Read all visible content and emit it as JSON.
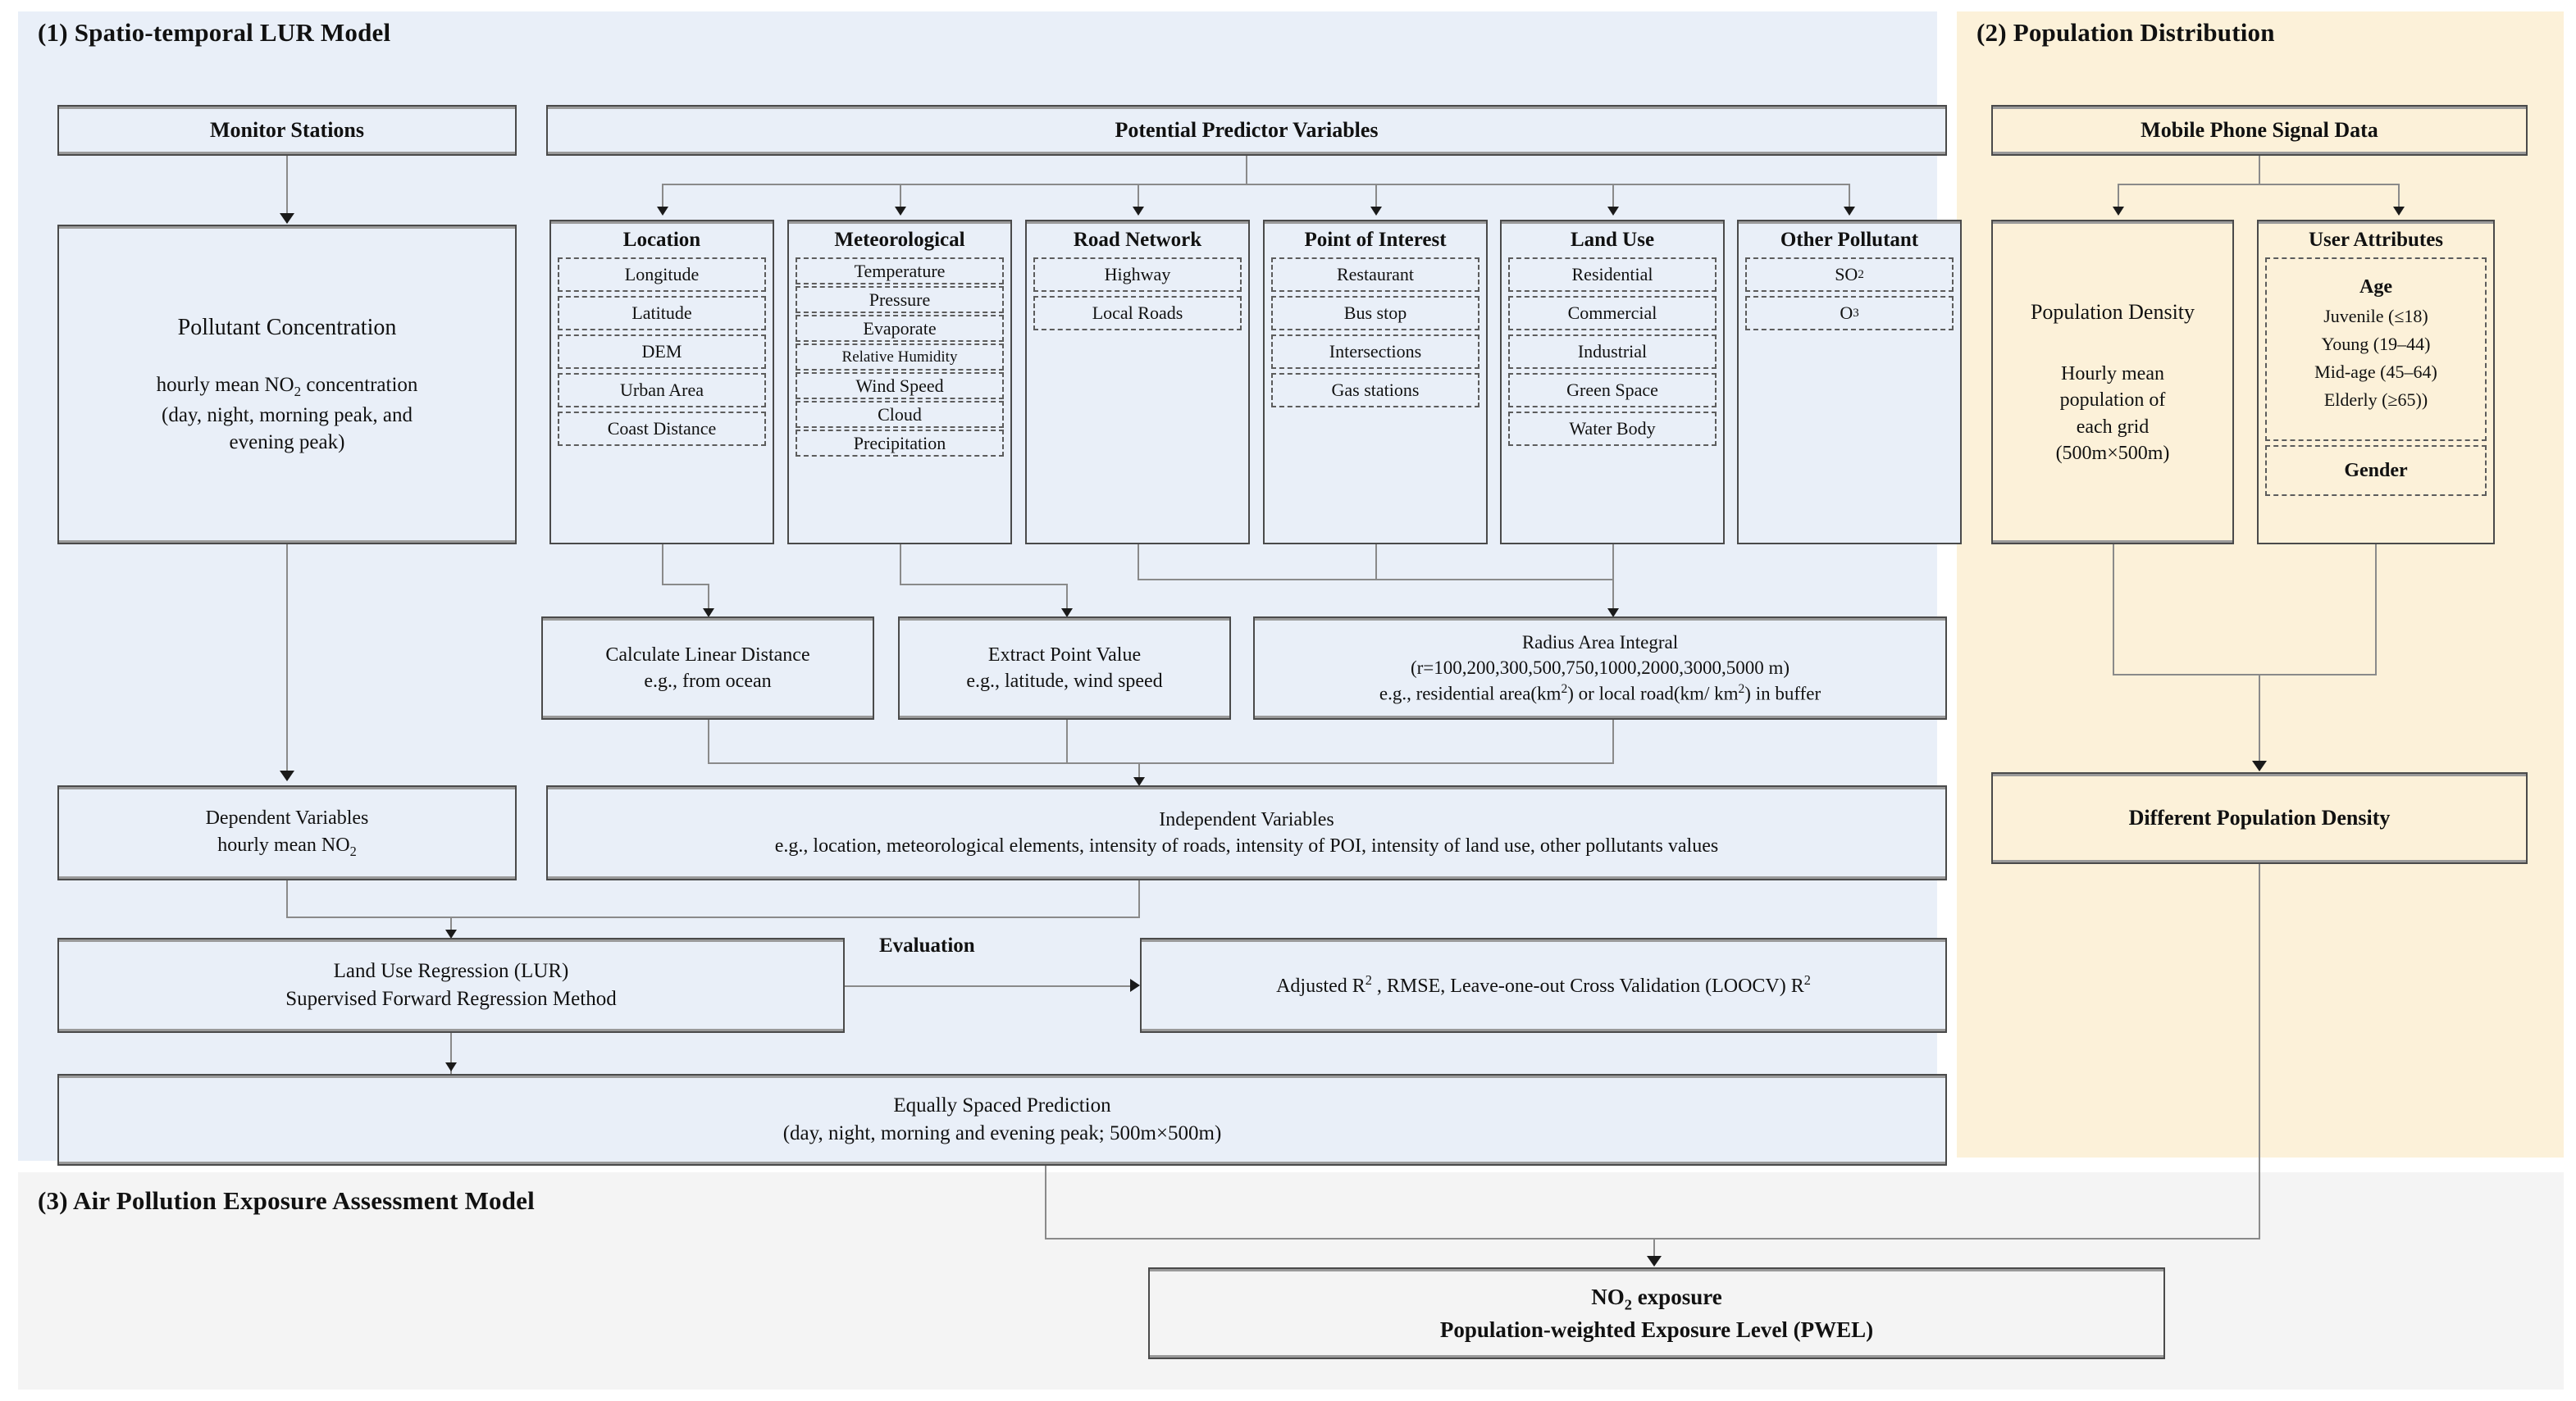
{
  "panels": {
    "lur": {
      "title": "(1) Spatio-temporal LUR Model",
      "bg": "#e9eff8"
    },
    "population": {
      "title": "(2) Population Distribution",
      "bg": "#fcf1d9"
    },
    "exposure": {
      "title": "(3) Air Pollution Exposure Assessment Model",
      "bg": "#f4f4f4"
    }
  },
  "lur": {
    "monitor_stations": "Monitor Stations",
    "pollutant_concentration": {
      "title": "Pollutant Concentration",
      "line1": "hourly mean NO2 concentration",
      "line2": "(day, night, morning peak, and",
      "line3": "evening peak)"
    },
    "potential_predictors": "Potential Predictor Variables",
    "categories": [
      {
        "title": "Location",
        "items": [
          "Longitude",
          "Latitude",
          "DEM",
          "Urban Area",
          "Coast Distance"
        ]
      },
      {
        "title": "Meteorological",
        "items": [
          "Temperature",
          "Pressure",
          "Evaporate",
          "Relative Humidity",
          "Wind Speed",
          "Cloud",
          "Precipitation"
        ]
      },
      {
        "title": "Road Network",
        "items": [
          "Highway",
          "Local Roads"
        ]
      },
      {
        "title": "Point of Interest",
        "items": [
          "Restaurant",
          "Bus stop",
          "Intersections",
          "Gas stations"
        ]
      },
      {
        "title": "Land Use",
        "items": [
          "Residential",
          "Commercial",
          "Industrial",
          "Green Space",
          "Water Body"
        ]
      },
      {
        "title": "Other Pollutant",
        "items": [
          "SO2",
          "O3"
        ]
      }
    ],
    "operations": [
      {
        "line1": "Calculate Linear Distance",
        "line2": "e.g., from ocean"
      },
      {
        "line1": "Extract Point Value",
        "line2": "e.g., latitude, wind speed"
      }
    ],
    "radius_area_integral": {
      "line1": "Radius Area Integral",
      "line2": "(r=100,200,300,500,750,1000,2000,3000,5000 m)",
      "line3": "e.g., residential area(km2) or local road(km/ km2) in buffer"
    },
    "dependent_variables": {
      "line1": "Dependent Variables",
      "line2": "hourly mean NO2"
    },
    "independent_variables": {
      "line1": "Independent Variables",
      "line2": "e.g., location, meteorological elements, intensity of roads, intensity of POI, intensity of land use, other pollutants values"
    },
    "regression": {
      "line1": "Land Use Regression (LUR)",
      "line2": "Supervised Forward Regression Method"
    },
    "evaluation_label": "Evaluation",
    "evaluation_box": "Adjusted R2 , RMSE, Leave-one-out Cross Validation (LOOCV) R2",
    "prediction": {
      "line1": "Equally Spaced Prediction",
      "line2": "(day, night, morning and evening peak; 500m×500m)"
    }
  },
  "population": {
    "signal_data": "Mobile Phone Signal Data",
    "density": {
      "title": "Population Density",
      "line1": "Hourly mean",
      "line2": "population of",
      "line3": "each grid",
      "line4": "(500m×500m)"
    },
    "user_attributes": {
      "title": "User Attributes",
      "age_title": "Age",
      "age_items": [
        "Juvenile (≤18)",
        "Young (19–44)",
        "Mid-age (45–64)",
        "Elderly (≥65))"
      ],
      "gender": "Gender"
    },
    "different_density": "Different Population Density"
  },
  "exposure": {
    "result": {
      "line1": "NO2 exposure",
      "line2": "Population-weighted Exposure Level (PWEL)"
    }
  },
  "colors": {
    "panel_lur": "#e9eff8",
    "panel_population": "#fcf1d9",
    "panel_exposure": "#f4f4f4",
    "box_border": "#4a4a4a",
    "connector": "#8a8a8a"
  }
}
